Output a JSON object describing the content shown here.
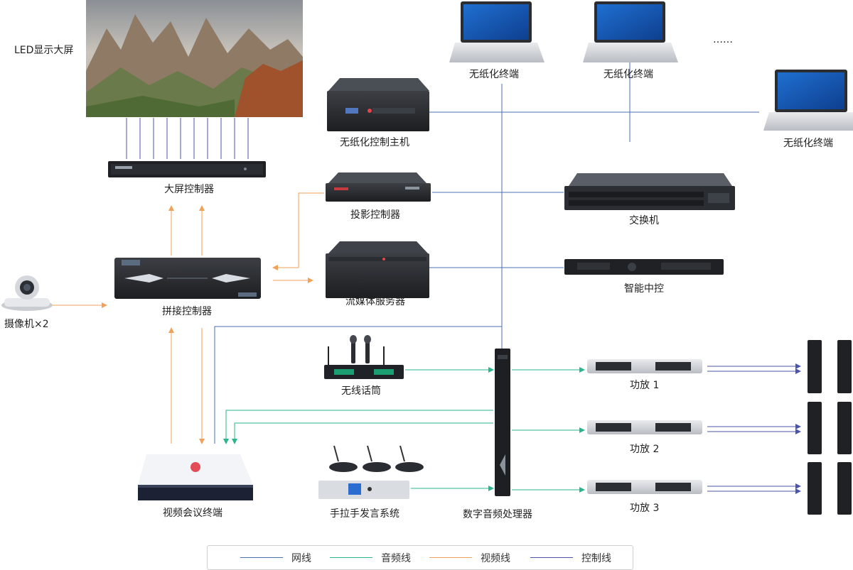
{
  "colors": {
    "network": "#4a6fb5",
    "audio": "#2bb58c",
    "video": "#f0a25a",
    "control": "#4b55a8"
  },
  "devices": {
    "led_screen": "LED显示大屏",
    "screen_controller": "大屏控制器",
    "splice_controller": "拼接控制器",
    "camera": "摄像机×2",
    "video_conf_terminal": "视频会议终端",
    "paperless_host": "无纸化控制主机",
    "projection_controller": "投影控制器",
    "streaming_server": "流媒体服务器",
    "wireless_mic": "无线话筒",
    "hand_system": "手拉手发言系统",
    "dsp": "数字音频处理器",
    "terminal_1": "无纸化终端",
    "terminal_2": "无纸化终端",
    "terminal_3": "无纸化终端",
    "ellipsis": "……",
    "switch": "交换机",
    "central_control": "智能中控",
    "amp_1": "功放 1",
    "amp_2": "功放 2",
    "amp_3": "功放 3"
  },
  "legend": [
    {
      "label": "网线",
      "color_key": "network"
    },
    {
      "label": "音频线",
      "color_key": "audio"
    },
    {
      "label": "视频线",
      "color_key": "video"
    },
    {
      "label": "控制线",
      "color_key": "control"
    }
  ]
}
